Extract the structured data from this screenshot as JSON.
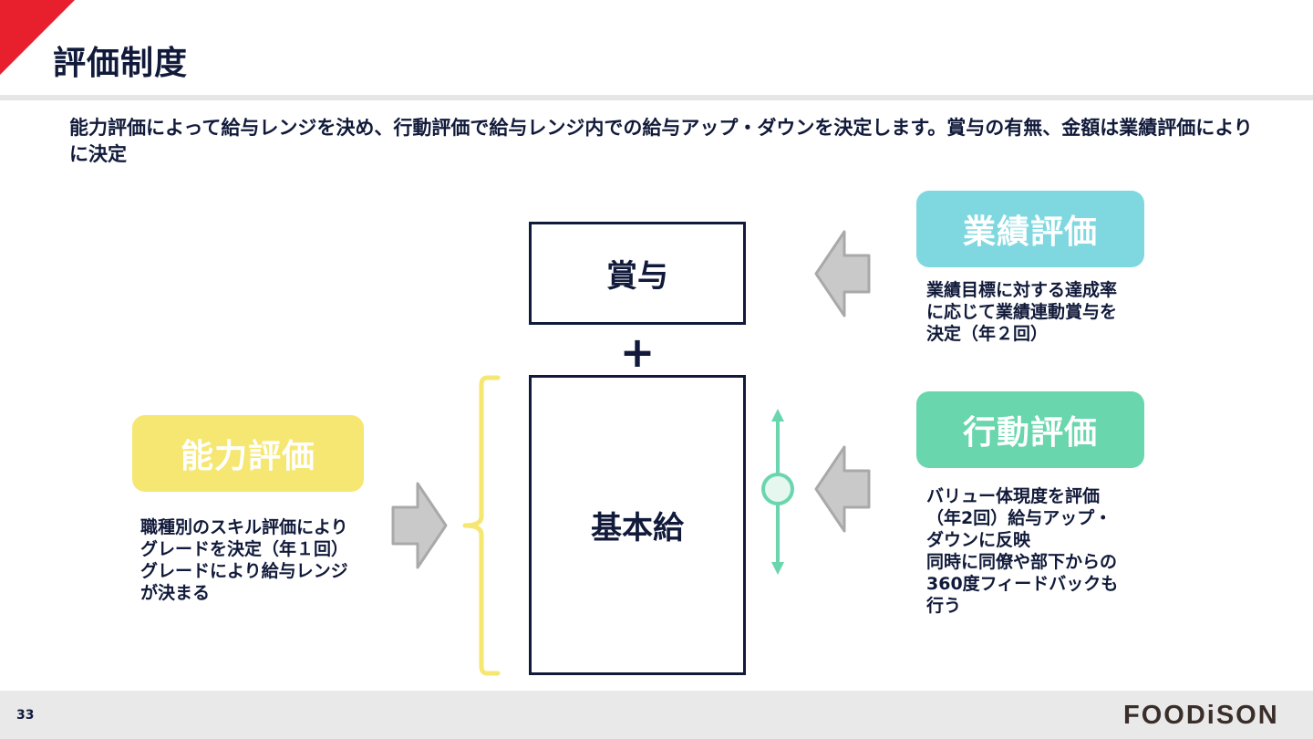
{
  "header": {
    "title": "評価制度",
    "accent_color": "#e8202e"
  },
  "lead_text": "能力評価によって給与レンジを決め、行動評価で給与レンジ内での給与アップ・ダウンを決定します。賞与の有無、金額は業績評価によりに決定",
  "diagram": {
    "bonus_box": "賞与",
    "plus_sign": "+",
    "base_salary_box": "基本給",
    "performance": {
      "label": "業績評価",
      "color": "#7fd8e0",
      "description": "業績目標に対する達成率\nに応じて業績連動賞与を\n決定（年２回）"
    },
    "behavior": {
      "label": "行動評価",
      "color": "#69d6ad",
      "description": "バリュー体現度を評価\n（年2回）給与アップ・\nダウンに反映\n同時に同僚や部下からの\n360度フィードバックも\n行う"
    },
    "ability": {
      "label": "能力評価",
      "color": "#f6e672",
      "description": "職種別のスキル評価により\nグレードを決定（年１回）\nグレードにより給与レンジ\nが決まる"
    }
  },
  "footer": {
    "page_number": "33",
    "logo_text": "FOODiSON"
  }
}
